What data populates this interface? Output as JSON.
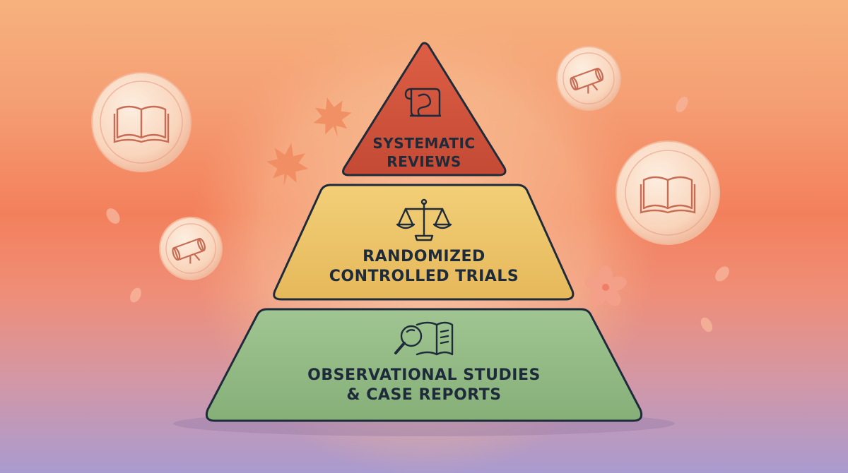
{
  "pyramid": {
    "tiers": [
      {
        "id": "top",
        "line1": "SYSTEMATIC",
        "line2": "REVIEWS",
        "icon": "scroll-document-icon",
        "color": "#d2533b"
      },
      {
        "id": "middle",
        "line1": "RANDOMIZED",
        "line2": "CONTROLLED TRIALS",
        "icon": "balance-scale-icon",
        "color": "#ecc468"
      },
      {
        "id": "bottom",
        "line1": "OBSERVATIONAL STUDIES",
        "line2": "& CASE REPORTS",
        "icon": "magnifier-book-icon",
        "color": "#93bb85"
      }
    ]
  },
  "decorations": {
    "bubbles": [
      "open-book-icon",
      "diploma-scroll-icon",
      "diploma-scroll-icon",
      "open-book-icon"
    ],
    "leaves": [
      "maple-leaf-icon",
      "maple-leaf-icon",
      "cherry-blossom-icon"
    ]
  }
}
